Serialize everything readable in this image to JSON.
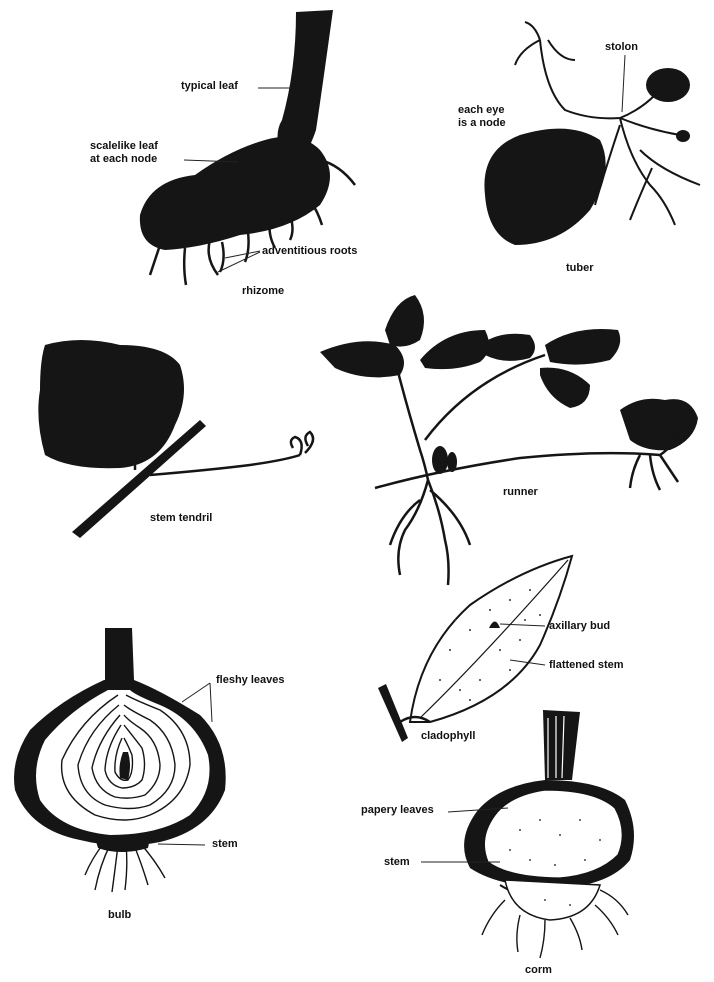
{
  "figure": {
    "rhizome": {
      "caption": "rhizome",
      "labels": {
        "typical_leaf": "typical leaf",
        "scalelike_leaf": "scalelike leaf\nat each node",
        "adventitious_roots": "adventitious roots"
      }
    },
    "tuber": {
      "caption": "tuber",
      "labels": {
        "stolon": "stolon",
        "each_eye": "each eye\nis a node"
      }
    },
    "stem_tendril": {
      "caption": "stem tendril"
    },
    "runner": {
      "caption": "runner"
    },
    "bulb": {
      "caption": "bulb",
      "labels": {
        "fleshy_leaves": "fleshy leaves",
        "stem": "stem"
      }
    },
    "cladophyll": {
      "caption": "cladophyll",
      "labels": {
        "axillary_bud": "axillary bud",
        "flattened_stem": "flattened stem"
      }
    },
    "corm": {
      "caption": "corm",
      "labels": {
        "papery_leaves": "papery leaves",
        "stem": "stem"
      }
    }
  }
}
